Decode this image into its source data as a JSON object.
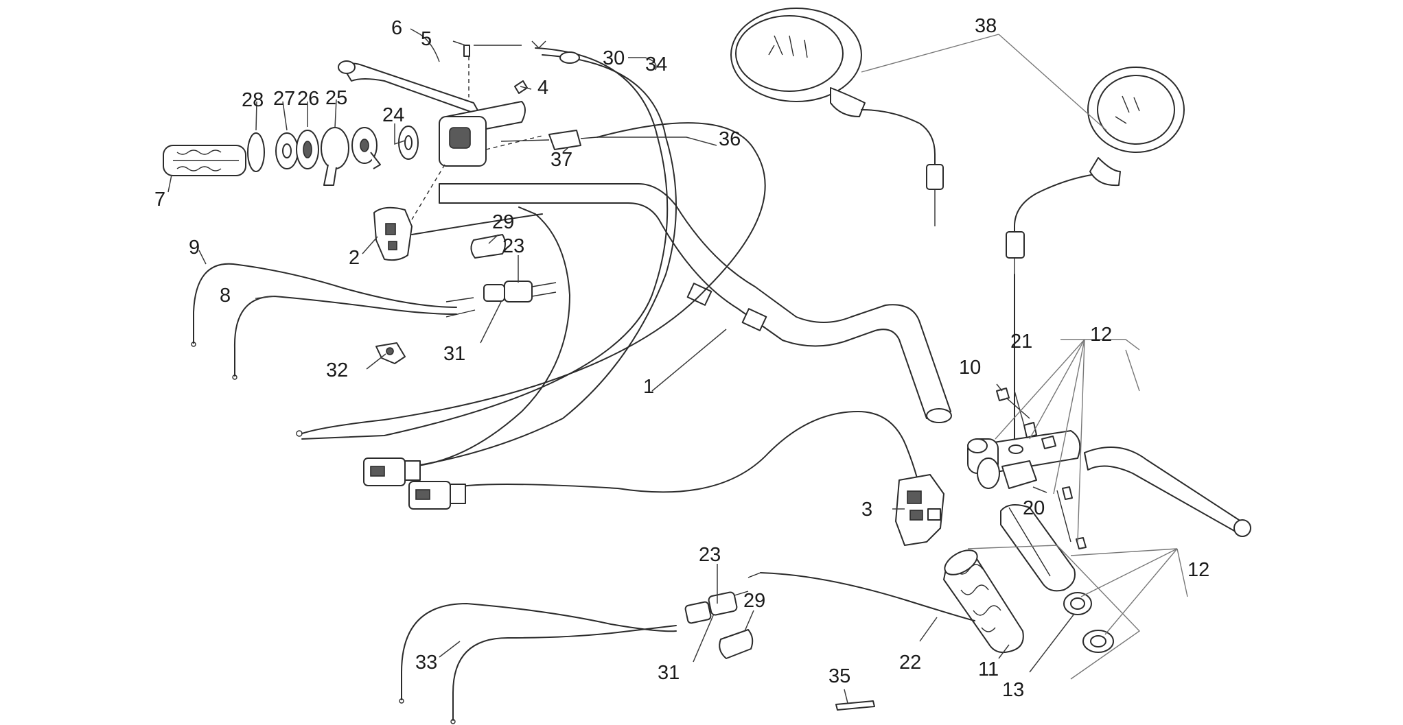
{
  "callouts": [
    {
      "id": "c1",
      "text": "1"
    },
    {
      "id": "c2",
      "text": "2"
    },
    {
      "id": "c3",
      "text": "3"
    },
    {
      "id": "c4",
      "text": "4"
    },
    {
      "id": "c5",
      "text": "5"
    },
    {
      "id": "c6",
      "text": "6"
    },
    {
      "id": "c7",
      "text": "7"
    },
    {
      "id": "c8",
      "text": "8"
    },
    {
      "id": "c9",
      "text": "9"
    },
    {
      "id": "c10",
      "text": "10"
    },
    {
      "id": "c11",
      "text": "11"
    },
    {
      "id": "c12a",
      "text": "12"
    },
    {
      "id": "c12b",
      "text": "12"
    },
    {
      "id": "c13",
      "text": "13"
    },
    {
      "id": "c20",
      "text": "20"
    },
    {
      "id": "c21",
      "text": "21"
    },
    {
      "id": "c22",
      "text": "22"
    },
    {
      "id": "c23a",
      "text": "23"
    },
    {
      "id": "c23b",
      "text": "23"
    },
    {
      "id": "c24",
      "text": "24"
    },
    {
      "id": "c25",
      "text": "25"
    },
    {
      "id": "c26",
      "text": "26"
    },
    {
      "id": "c27",
      "text": "27"
    },
    {
      "id": "c28",
      "text": "28"
    },
    {
      "id": "c29a",
      "text": "29"
    },
    {
      "id": "c29b",
      "text": "29"
    },
    {
      "id": "c30",
      "text": "30"
    },
    {
      "id": "c31a",
      "text": "31"
    },
    {
      "id": "c31b",
      "text": "31"
    },
    {
      "id": "c32",
      "text": "32"
    },
    {
      "id": "c33",
      "text": "33"
    },
    {
      "id": "c34",
      "text": "34"
    },
    {
      "id": "c35",
      "text": "35"
    },
    {
      "id": "c36",
      "text": "36"
    },
    {
      "id": "c37",
      "text": "37"
    },
    {
      "id": "c38",
      "text": "38"
    }
  ]
}
